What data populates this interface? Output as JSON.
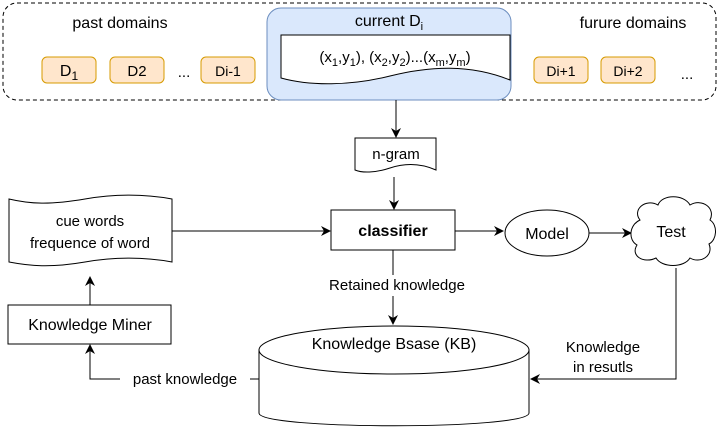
{
  "diagram": {
    "domains_panel": {
      "past_label": "past domains",
      "future_label": "furure domains",
      "past_domains": [
        {
          "base": "D",
          "sub": "1",
          "subscript": true
        },
        {
          "base": "D2",
          "sub": "",
          "subscript": false
        },
        {
          "base": "Di-1",
          "sub": "",
          "subscript": false
        }
      ],
      "past_ellipsis": "...",
      "future_domains": [
        {
          "base": "Di+1",
          "sub": "",
          "subscript": false
        },
        {
          "base": "Di+2",
          "sub": "",
          "subscript": false
        }
      ],
      "future_ellipsis": "...",
      "current": {
        "label_base": "current D",
        "label_sub": "i",
        "data_text": {
          "p1": "(x",
          "s1": "1",
          "p2": ",y",
          "s2": "1",
          "p3": "), (x",
          "s3": "2",
          "p4": ",y",
          "s4": "2",
          "p5": ")...(x",
          "s5": "m",
          "p6": ",y",
          "s6": "m",
          "p7": ")"
        }
      }
    },
    "nodes": {
      "ngram": "n-gram",
      "classifier": "classifier",
      "model": "Model",
      "test": "Test",
      "cue_words_line1": "cue words",
      "cue_words_line2": "frequence of word",
      "knowledge_miner": "Knowledge Miner",
      "kb": "Knowledge Bsase (KB)"
    },
    "edge_labels": {
      "retained": "Retained knowledge",
      "past_knowledge": "past knowledge",
      "knowledge_results_line1": "Knowledge",
      "knowledge_results_line2": "in resutls"
    },
    "colors": {
      "domain_fill": "#ffe6cc",
      "domain_stroke": "#d79b00",
      "current_fill": "#dae8fc",
      "current_stroke": "#6c8ebf",
      "line": "#000000"
    }
  }
}
